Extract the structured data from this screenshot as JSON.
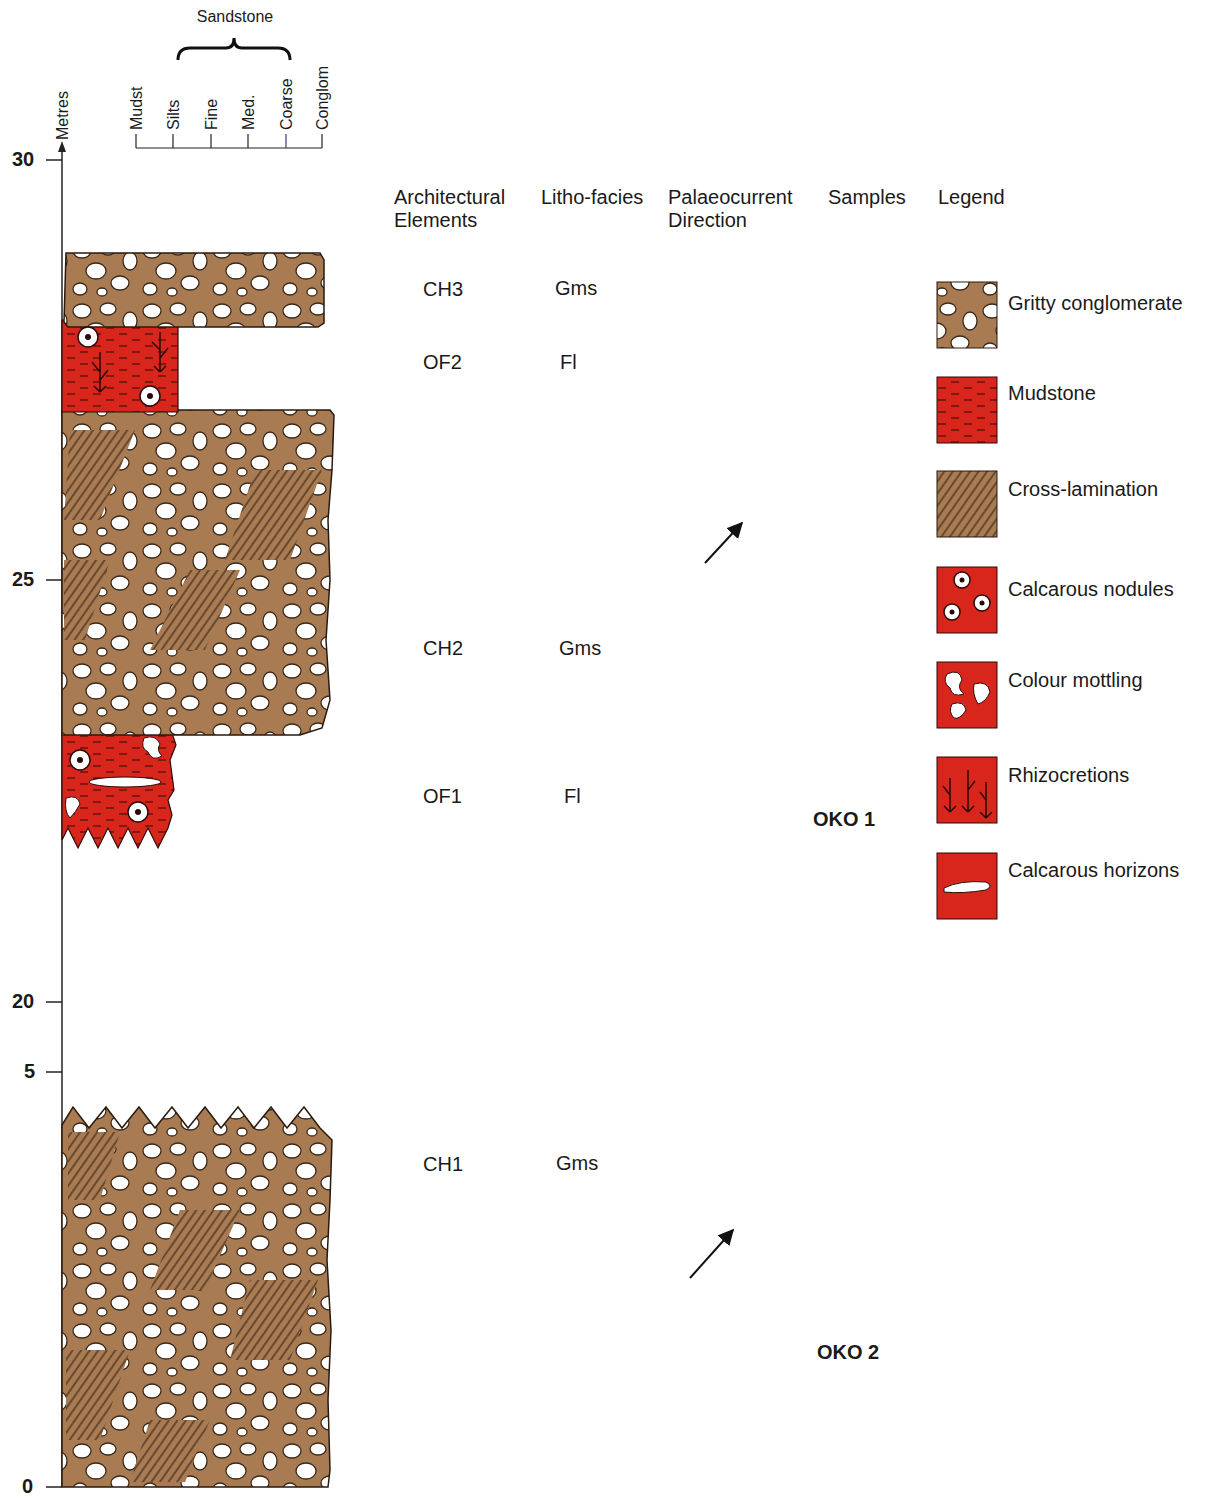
{
  "diagram": {
    "labels": [
      "Sandstone",
      "Metres",
      "Mudst",
      "Silts",
      "Fine",
      "Med.",
      "Coarse",
      "Conglom",
      "30",
      "Architectural Elements",
      "Litho-facies",
      "Palaeocurrent Direction",
      "Samples",
      "Legend",
      "CH3",
      "Gms",
      "OF2",
      "Fl",
      "25",
      "CH2",
      "Gms",
      "OF1",
      "Fl",
      "OKO 1",
      "20",
      "5",
      "CH1",
      "Gms",
      "OKO 2",
      "0"
    ],
    "legend": [
      {
        "text": "Gritty conglomerate"
      },
      {
        "text": "Mudstone"
      },
      {
        "text": "Cross-lamination"
      },
      {
        "text": "Calcarous nodules"
      },
      {
        "text": "Colour mottling"
      },
      {
        "text": "Rhizocretions"
      },
      {
        "text": "Calcarous horizons"
      }
    ]
  }
}
